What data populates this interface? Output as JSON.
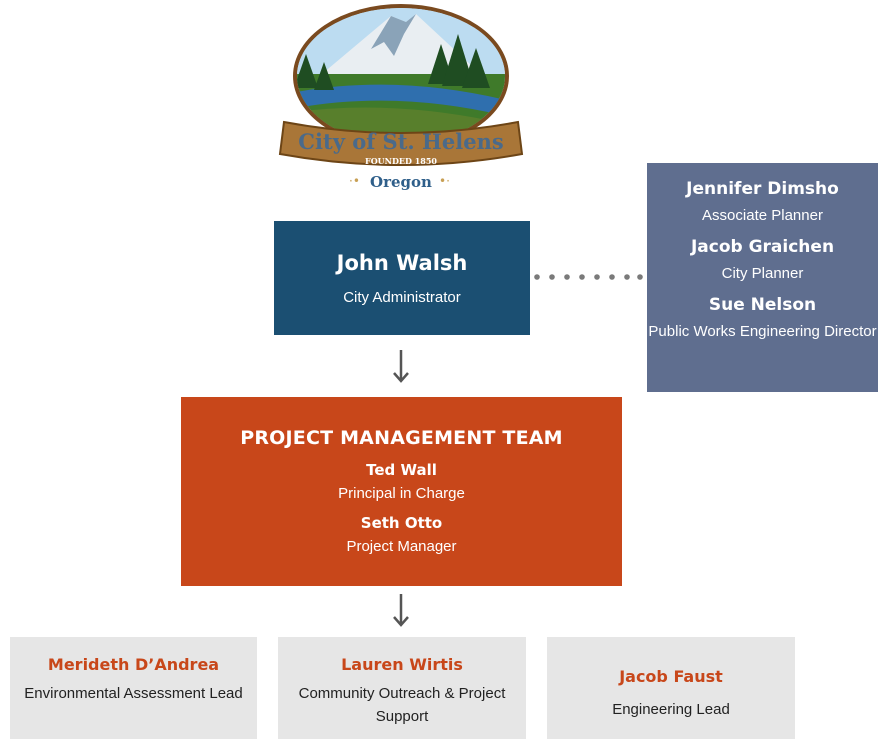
{
  "logo": {
    "city": "City of St. Helens",
    "founded": "FOUNDED 1850",
    "state": "Oregon"
  },
  "administrator": {
    "name": "John Walsh",
    "role": "City Administrator"
  },
  "advisors": [
    {
      "name": "Jennifer Dimsho",
      "role": "Associate Planner"
    },
    {
      "name": "Jacob Graichen",
      "role": "City Planner"
    },
    {
      "name": "Sue Nelson",
      "role": "Public Works Engineering Director"
    }
  ],
  "pmt": {
    "title": "PROJECT MANAGEMENT TEAM",
    "members": [
      {
        "name": "Ted Wall",
        "role": "Principal in Charge"
      },
      {
        "name": "Seth Otto",
        "role": "Project Manager"
      }
    ]
  },
  "leads": [
    {
      "name": "Merideth D’Andrea",
      "role": "Environmental Assessment Lead"
    },
    {
      "name": "Lauren Wirtis",
      "role": "Community Outreach & Project Support"
    },
    {
      "name": "Jacob Faust",
      "role": "Engineering Lead"
    }
  ],
  "colors": {
    "administrator": "#1b4f72",
    "advisors": "#5f6e8f",
    "pmt": "#c8471a",
    "lead_box": "#e6e6e6",
    "lead_name": "#c8471a"
  }
}
